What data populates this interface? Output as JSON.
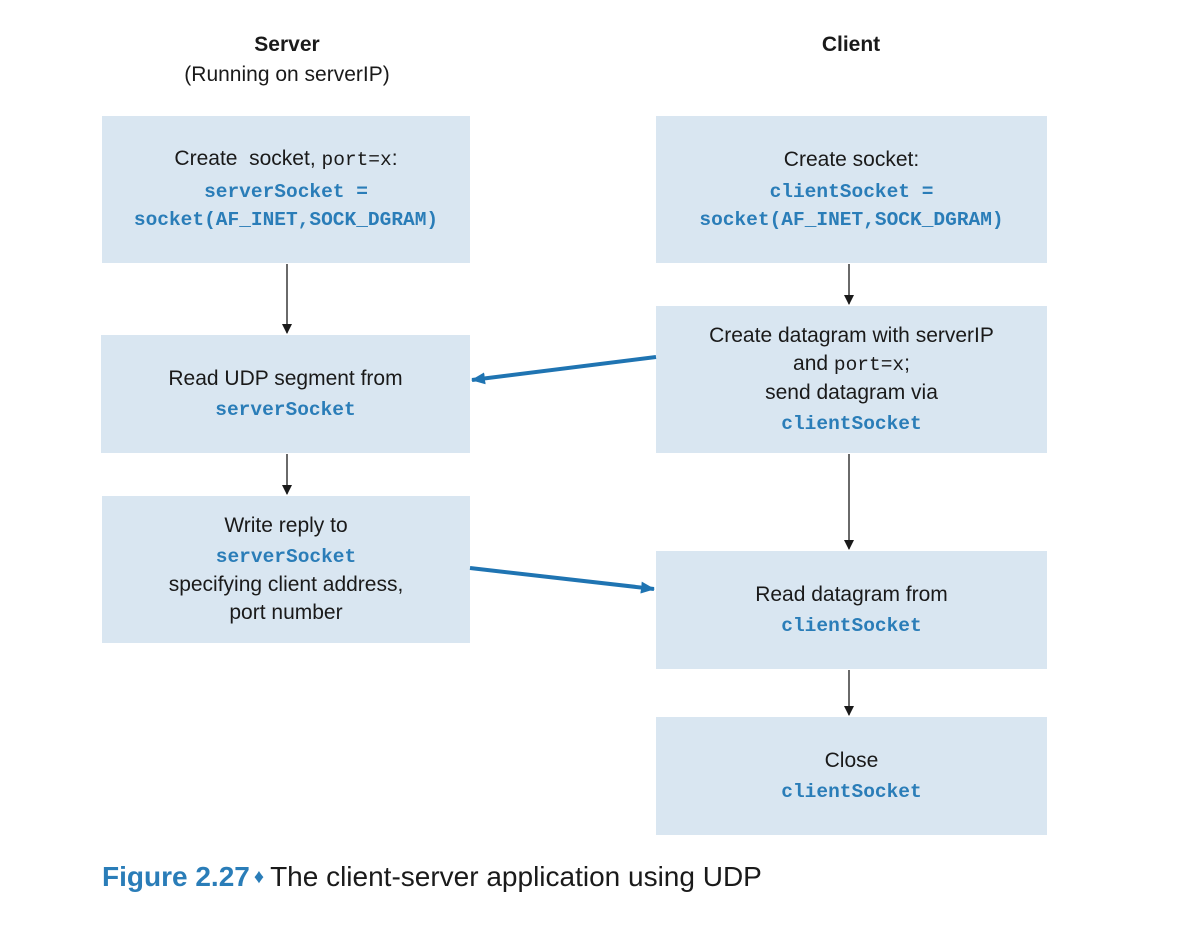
{
  "server": {
    "title": "Server",
    "subtitle": "(Running on serverIP)",
    "create": {
      "text": "Create  socket,",
      "port": "port=x",
      "colon": ":",
      "code1": "serverSocket =",
      "code2": "socket(AF_INET,SOCK_DGRAM)"
    },
    "read": {
      "text": "Read UDP segment from",
      "code": "serverSocket"
    },
    "write": {
      "text1": "Write reply to",
      "code": "serverSocket",
      "text2": "specifying client address,",
      "text3": "port number"
    }
  },
  "client": {
    "title": "Client",
    "create": {
      "text": "Create socket:",
      "code1": "clientSocket =",
      "code2": "socket(AF_INET,SOCK_DGRAM)"
    },
    "send": {
      "text1": "Create datagram with serverIP",
      "and": "and",
      "port": "port=x",
      "semicolon": ";",
      "text2": "send datagram via",
      "code": "clientSocket"
    },
    "read": {
      "text": "Read datagram from",
      "code": "clientSocket"
    },
    "close": {
      "text": "Close",
      "code": "clientSocket"
    }
  },
  "caption": {
    "number": "Figure 2.27",
    "separator": "♦",
    "text": "The client-server application using UDP"
  },
  "colors": {
    "box_fill": "#d9e6f1",
    "code_blue": "#2a7db8",
    "arrow_blue": "#1f74b2",
    "arrow_black": "#1a1a1a"
  }
}
